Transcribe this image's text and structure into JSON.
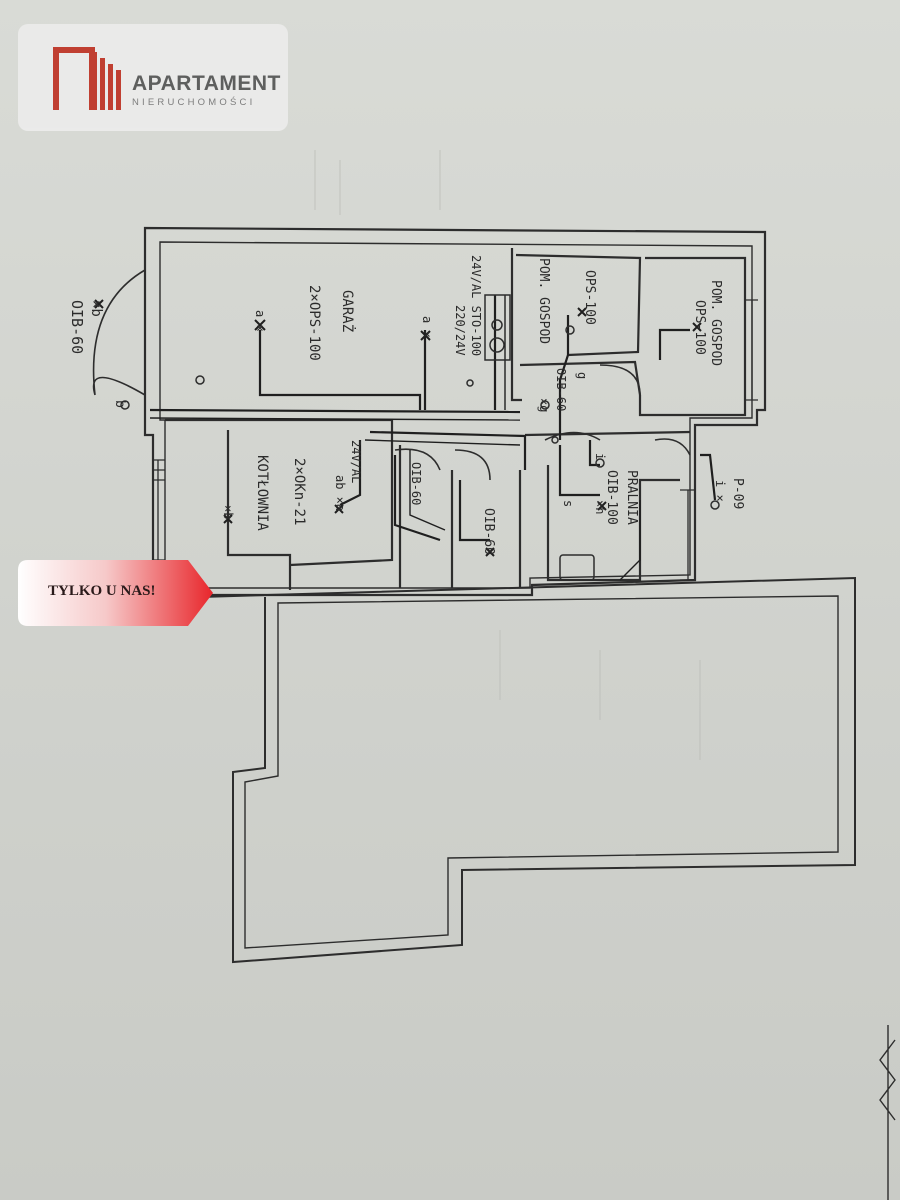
{
  "logo": {
    "title": "APARTAMENT",
    "subtitle": "NIERUCHOMOŚCI",
    "brand_color": "#c0392b"
  },
  "badge": {
    "text": "TYLKO U NAS!",
    "gradient": [
      "#ffffff",
      "#e8262b"
    ]
  },
  "plan": {
    "labels": {
      "entrance_door": "OIB-60",
      "entrance_b": "×b",
      "entrance_b2": "b",
      "garage": "GARAŻ",
      "garage_lights": "2×OPS-100",
      "garage_a": "a ×",
      "garage_a2": "a ×",
      "trafo_1": "24V/AL STO-100",
      "trafo_2": "220/24V",
      "utility_top_1": "POM. GOSPOD",
      "utility_top_2": "OPS-100",
      "utility_mid_1": "POM. GOSPOD",
      "utility_mid_2": "OPS-100",
      "door_oib60_a": "OIB-60",
      "door_oib60_b": "OIB-60",
      "door_oib60_c": "OIB-60",
      "boiler_room": "KOTŁOWNIA",
      "boiler_lights": "2×OKn-21",
      "boiler_b": "×b",
      "boiler_ab": "ab ×a",
      "boiler_24v": "24V/AL",
      "laundry": "PRALNIA",
      "laundry_light": "OIB-100",
      "laundry_h": "×h",
      "laundry_s": "s",
      "laundry_i": "i",
      "ext_light": "P-09",
      "ext_i": "i ×",
      "sw_g": "g",
      "sw_g2": "×g"
    }
  }
}
